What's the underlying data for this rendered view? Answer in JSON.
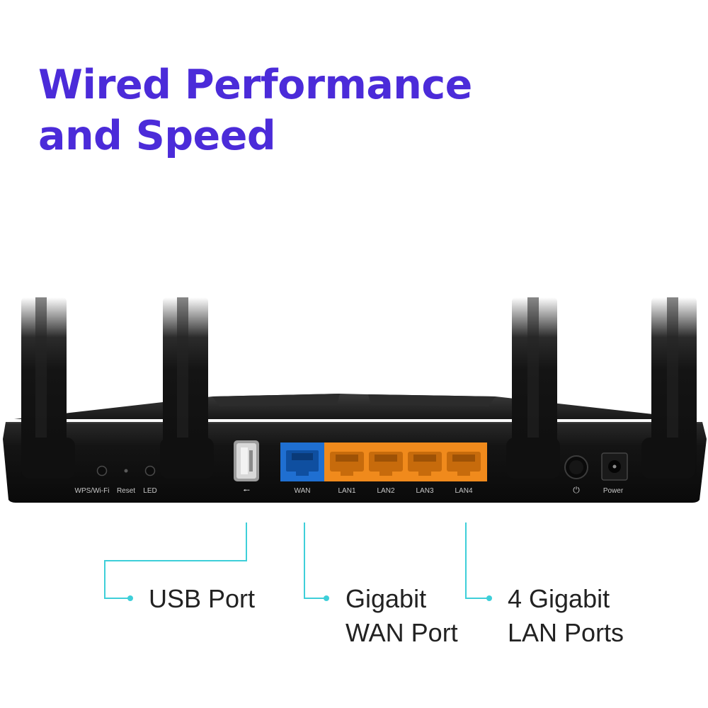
{
  "headline": {
    "line1": "Wired Performance",
    "line2": "and Speed",
    "color": "#4b2bd9"
  },
  "router": {
    "body_color": "#141414",
    "wan_color": "#1f6fd1",
    "lan_color": "#f08a1c",
    "port_labels": {
      "wps": "WPS/Wi-Fi",
      "reset": "Reset",
      "led": "LED",
      "usb": "⭪",
      "wan": "WAN",
      "lan1": "LAN1",
      "lan2": "LAN2",
      "lan3": "LAN3",
      "lan4": "LAN4",
      "power_symbol": "⏻",
      "power": "Power"
    }
  },
  "callouts": {
    "line_color": "#3ecfd9",
    "usb": {
      "line1": "USB Port"
    },
    "wan": {
      "line1": "Gigabit",
      "line2": "WAN Port"
    },
    "lan": {
      "line1": "4 Gigabit",
      "line2": "LAN Ports"
    }
  }
}
